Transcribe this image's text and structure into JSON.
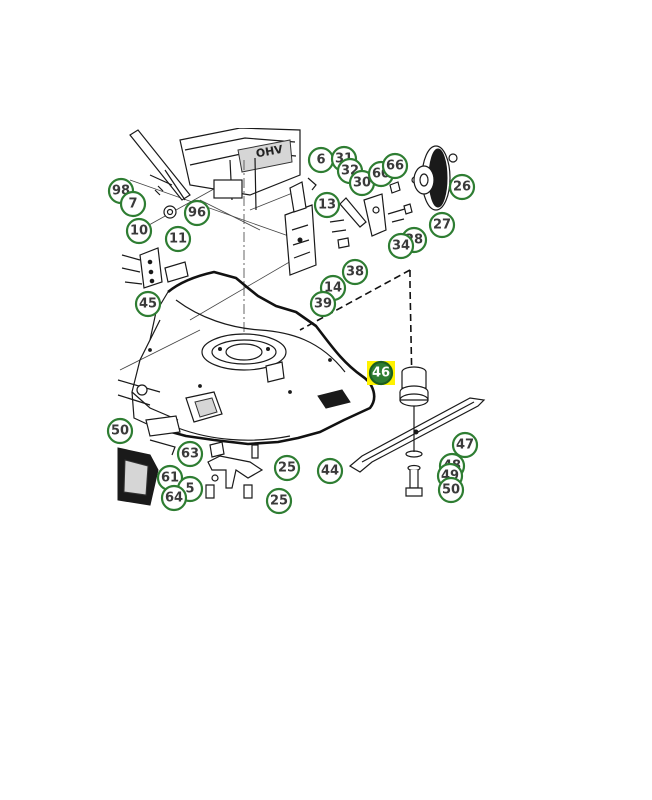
{
  "diagram": {
    "engine_label": "OHV",
    "highlight_color": "#fff200",
    "callout_color": "#2e7d32",
    "highlighted_part": "46",
    "callouts": [
      {
        "id": "c-6",
        "label": "6"
      },
      {
        "id": "c-31",
        "label": "31"
      },
      {
        "id": "c-32",
        "label": "32"
      },
      {
        "id": "c-30",
        "label": "30"
      },
      {
        "id": "c-60",
        "label": "60"
      },
      {
        "id": "c-66",
        "label": "66"
      },
      {
        "id": "c-26",
        "label": "26"
      },
      {
        "id": "c-98",
        "label": "98"
      },
      {
        "id": "c-7",
        "label": "7"
      },
      {
        "id": "c-96",
        "label": "96"
      },
      {
        "id": "c-13",
        "label": "13"
      },
      {
        "id": "c-27",
        "label": "27"
      },
      {
        "id": "c-10",
        "label": "10"
      },
      {
        "id": "c-11",
        "label": "11"
      },
      {
        "id": "c-28",
        "label": "28"
      },
      {
        "id": "c-34",
        "label": "34"
      },
      {
        "id": "c-38",
        "label": "38"
      },
      {
        "id": "c-14",
        "label": "14"
      },
      {
        "id": "c-45",
        "label": "45"
      },
      {
        "id": "c-39",
        "label": "39"
      },
      {
        "id": "c-46",
        "label": "46"
      },
      {
        "id": "c-50a",
        "label": "50"
      },
      {
        "id": "c-47",
        "label": "47"
      },
      {
        "id": "c-63",
        "label": "63"
      },
      {
        "id": "c-25a",
        "label": "25"
      },
      {
        "id": "c-44",
        "label": "44"
      },
      {
        "id": "c-48",
        "label": "48"
      },
      {
        "id": "c-49",
        "label": "49"
      },
      {
        "id": "c-61",
        "label": "61"
      },
      {
        "id": "c-5",
        "label": "5"
      },
      {
        "id": "c-64",
        "label": "64"
      },
      {
        "id": "c-25b",
        "label": "25"
      },
      {
        "id": "c-50b",
        "label": "50"
      }
    ]
  }
}
